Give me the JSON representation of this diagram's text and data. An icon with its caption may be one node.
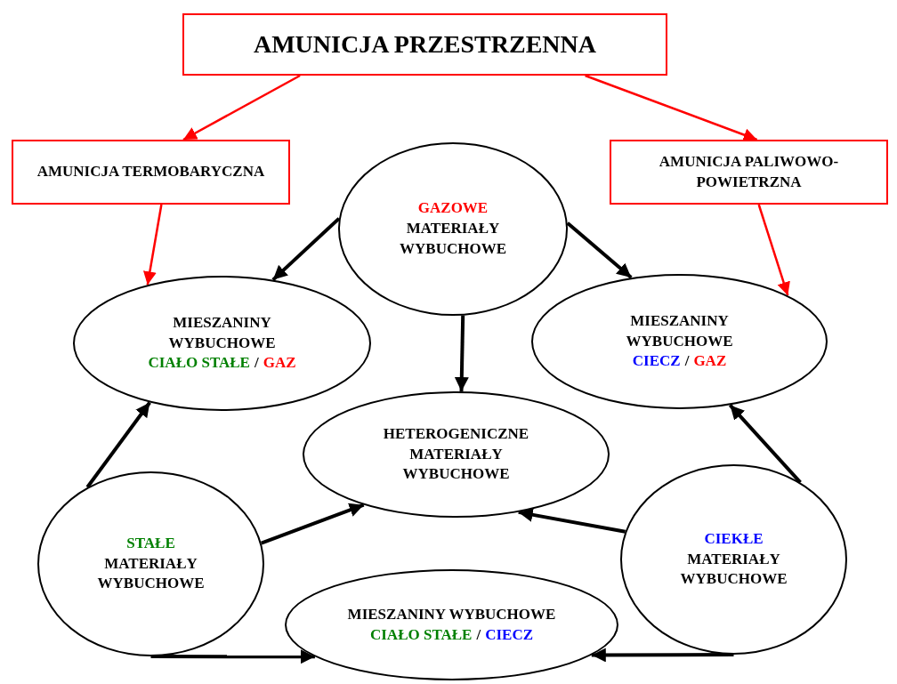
{
  "diagram": {
    "nodes": [
      {
        "text": [
          "AMUNICJA PRZESTRZENNA"
        ]
      },
      {
        "text": [
          "AMUNICJA TERMOBARYCZNA"
        ]
      },
      {
        "text": [
          "GAZOWE",
          "MATERIAŁY WYBUCHOWE"
        ]
      },
      {
        "text": [
          "AMUNICJA PALIWOWO-POWIETRZNA"
        ]
      },
      {
        "text": [
          "MIESZANINY WYBUCHOWE",
          "CIAŁO STAŁE",
          "/",
          "GAZ"
        ]
      },
      {
        "text": [
          "MIESZANINY WYBUCHOWE",
          "CIECZ",
          "/",
          "GAZ"
        ]
      },
      {
        "text": [
          "HETEROGENICZNE MATERIAŁY WYBUCHOWE"
        ]
      },
      {
        "text": [
          "STAŁE",
          "MATERIAŁY WYBUCHOWE"
        ]
      },
      {
        "text": [
          "CIEKŁE",
          "MATERIAŁY WYBUCHOWE"
        ]
      },
      {
        "text": [
          "MIESZANINY WYBUCHOWE",
          "CIAŁO STAŁE",
          "/",
          "CIECZ"
        ]
      }
    ],
    "edges": [
      {
        "from": 0,
        "to": 1,
        "arrow": "to",
        "color": "#ff0000"
      },
      {
        "from": 0,
        "to": 3,
        "arrow": "to",
        "color": "#ff0000"
      },
      {
        "from": 1,
        "to": 4,
        "arrow": "to",
        "color": "#ff0000"
      },
      {
        "from": 3,
        "to": 5,
        "arrow": "to",
        "color": "#ff0000"
      },
      {
        "from": 2,
        "to": 4,
        "arrow": "to"
      },
      {
        "from": 2,
        "to": 5,
        "arrow": "to"
      },
      {
        "from": 2,
        "to": 6,
        "arrow": "to"
      },
      {
        "from": 7,
        "to": 4,
        "arrow": "to"
      },
      {
        "from": 8,
        "to": 5,
        "arrow": "to"
      },
      {
        "from": 7,
        "to": 6,
        "arrow": "to"
      },
      {
        "from": 8,
        "to": 6,
        "arrow": "to"
      },
      {
        "from": 7,
        "to": 9,
        "arrow": "to"
      },
      {
        "from": 8,
        "to": 9,
        "arrow": "to"
      }
    ]
  }
}
